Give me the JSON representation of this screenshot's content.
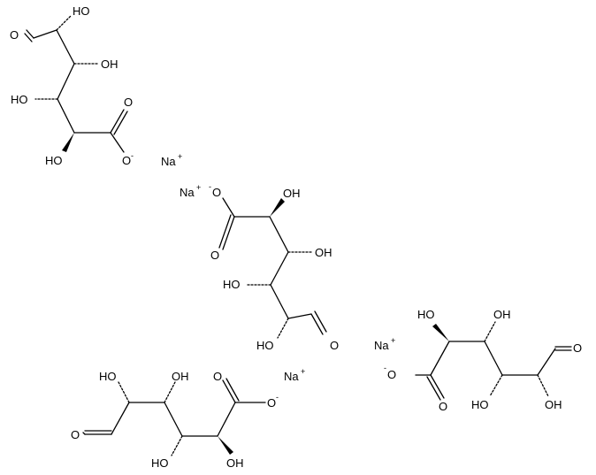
{
  "structure": "sodium D-glucuronate tetramer",
  "labels": {
    "oh": "HO",
    "oh_right": "OH",
    "o": "O",
    "o_minus": "O",
    "na": "Na",
    "minus": "-",
    "plus": "+"
  },
  "colors": {
    "ink": "#000000",
    "background": "#ffffff"
  }
}
